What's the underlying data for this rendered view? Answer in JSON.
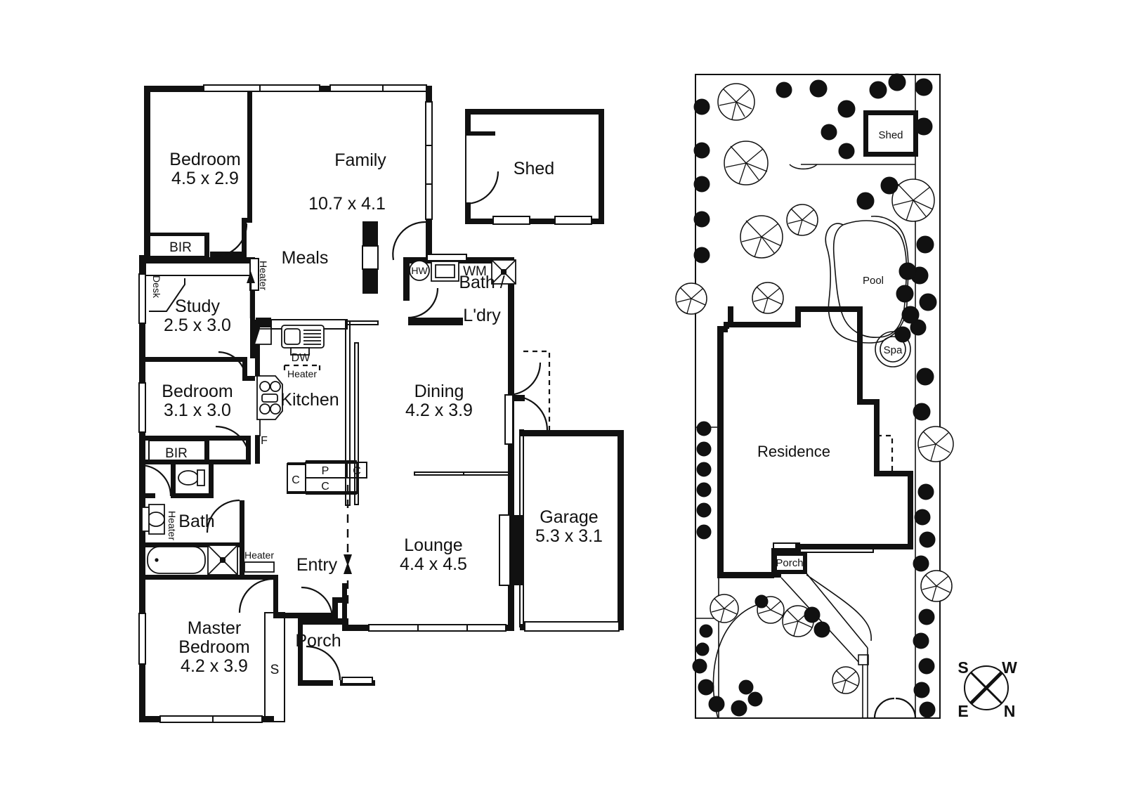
{
  "document": {
    "type": "residential-floor-plan",
    "panels": [
      "floor-plan",
      "site-plan"
    ]
  },
  "floor_plan": {
    "rooms": [
      {
        "id": "bedroom2",
        "label": "Bedroom",
        "dim": "4.5 x 2.9"
      },
      {
        "id": "family",
        "label": "Family",
        "dim": "10.7 x 4.1"
      },
      {
        "id": "meals",
        "label": "Meals",
        "dim": ""
      },
      {
        "id": "study",
        "label": "Study",
        "dim": "2.5 x 3.0"
      },
      {
        "id": "bedroom3",
        "label": "Bedroom",
        "dim": "3.1 x 3.0"
      },
      {
        "id": "kitchen",
        "label": "Kitchen",
        "dim": ""
      },
      {
        "id": "bath-laundry",
        "label": "Bath /",
        "dim": "L'dry"
      },
      {
        "id": "dining",
        "label": "Dining",
        "dim": "4.2 x 3.9"
      },
      {
        "id": "garage",
        "label": "Garage",
        "dim": "5.3 x 3.1"
      },
      {
        "id": "lounge",
        "label": "Lounge",
        "dim": "4.4 x 4.5"
      },
      {
        "id": "bath",
        "label": "Bath",
        "dim": ""
      },
      {
        "id": "entry",
        "label": "Entry",
        "dim": ""
      },
      {
        "id": "porch",
        "label": "Porch",
        "dim": ""
      },
      {
        "id": "master",
        "label": "Master",
        "dim": "Bedroom",
        "dim2": "4.2 x 3.9"
      },
      {
        "id": "shed",
        "label": "Shed",
        "dim": ""
      }
    ],
    "annotations": {
      "bir_top": "BIR",
      "bir_bottom": "BIR",
      "desk": "Desk",
      "heater_study": "Heater",
      "heater_kitchen": "Heater",
      "heater_bath": "Heater",
      "heater_entry": "Heater",
      "dishwasher": "DW",
      "fridge": "F",
      "pantry": "P",
      "cupboard_left": "C",
      "cupboard_mid": "C",
      "cupboard_right": "C",
      "hot_water": "HW",
      "washing_machine": "WM",
      "store": "S"
    }
  },
  "site_plan": {
    "labels": {
      "shed": "Shed",
      "pool": "Pool",
      "spa": "Spa",
      "residence": "Residence",
      "porch": "Porch"
    },
    "compass": {
      "top_left": "S",
      "top_right": "W",
      "bottom_left": "E",
      "bottom_right": "N"
    }
  },
  "colors": {
    "ink": "#111111",
    "paper": "#ffffff"
  }
}
